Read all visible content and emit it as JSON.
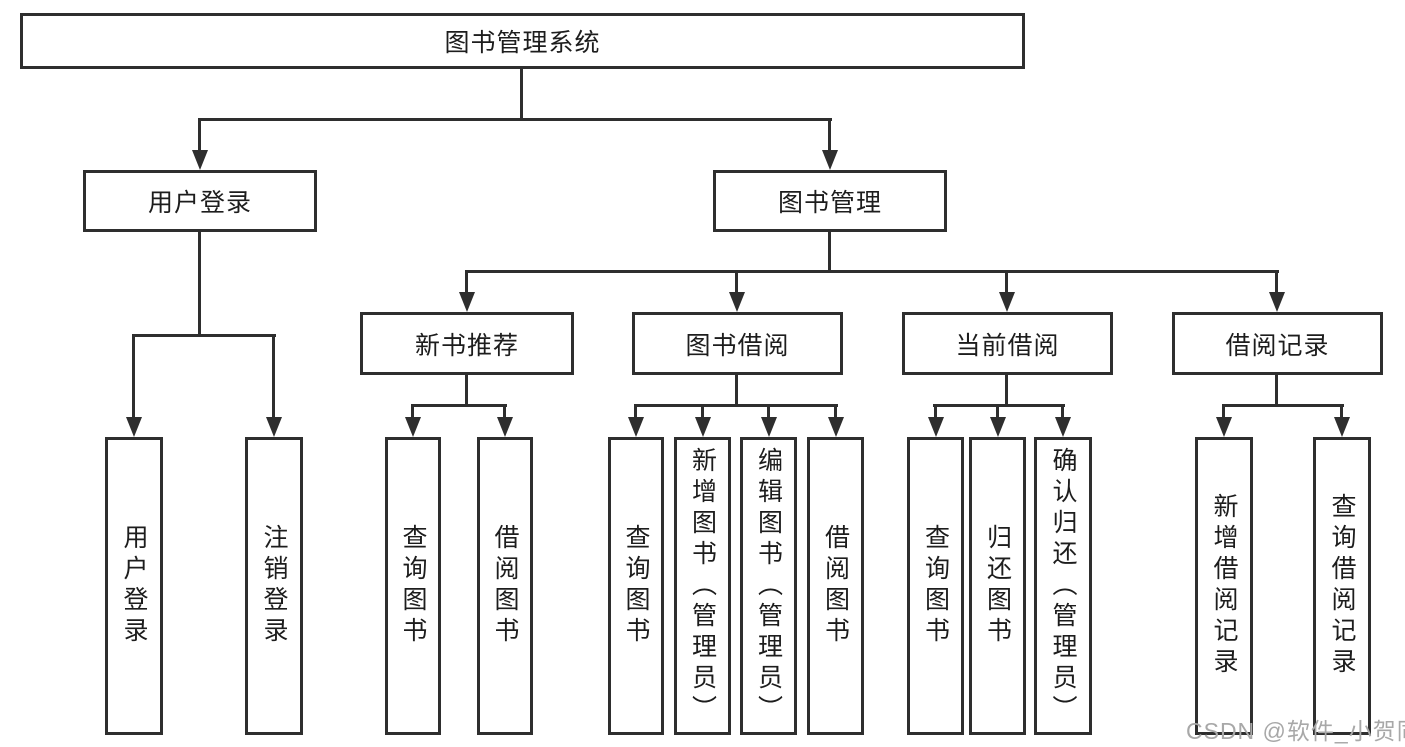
{
  "tree": {
    "root": {
      "label": "图书管理系统"
    },
    "branches": [
      {
        "label": "用户登录",
        "children": [
          {
            "label": "用户登录"
          },
          {
            "label": "注销登录"
          }
        ]
      },
      {
        "label": "图书管理",
        "sections": [
          {
            "label": "新书推荐",
            "children": [
              {
                "label": "查询图书"
              },
              {
                "label": "借阅图书"
              }
            ]
          },
          {
            "label": "图书借阅",
            "children": [
              {
                "label": "查询图书"
              },
              {
                "label": "新增图书（管理员）"
              },
              {
                "label": "编辑图书（管理员）"
              },
              {
                "label": "借阅图书"
              }
            ]
          },
          {
            "label": "当前借阅",
            "children": [
              {
                "label": "查询图书"
              },
              {
                "label": "归还图书"
              },
              {
                "label": "确认归还（管理员）"
              }
            ]
          },
          {
            "label": "借阅记录",
            "children": [
              {
                "label": "新增借阅记录"
              },
              {
                "label": "查询借阅记录"
              }
            ]
          }
        ]
      }
    ]
  },
  "watermark": {
    "text": "CSDN @软件_小贺同学"
  },
  "colors": {
    "line": "#2e2e2e",
    "box_border": "#2e2e2e",
    "text": "#1d1d1d",
    "watermark": "#a8a8a8",
    "background": "#ffffff"
  }
}
